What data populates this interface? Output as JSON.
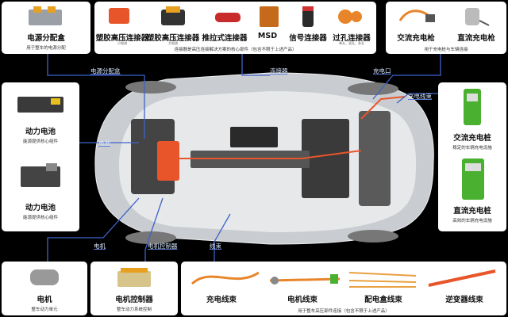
{
  "top_left": {
    "title": "电源分配盒",
    "subtitle": "用于整车的电源分配"
  },
  "top_connectors": {
    "items": [
      {
        "label": "塑胶高压连接器",
        "note": "小电流"
      },
      {
        "label": "塑胶高压连接器",
        "note": "大电流"
      },
      {
        "label": "推拉式连接器",
        "note": ""
      },
      {
        "label": "MSD",
        "note": ""
      },
      {
        "label": "信号连接器",
        "note": ""
      },
      {
        "label": "过孔连接器",
        "note": "单孔、双孔、多孔"
      }
    ],
    "caption": "连接器是高压连接解决方案的核心部件（包含不限于上述产品）"
  },
  "top_right": {
    "items": [
      {
        "label": "交流充电枪"
      },
      {
        "label": "直流充电枪"
      }
    ],
    "caption": "用于充电桩与车辆连接"
  },
  "left_panel": {
    "items": [
      {
        "title": "动力电池",
        "subtitle": "能源提供核心组件"
      },
      {
        "title": "动力电池",
        "subtitle": "能源提供核心组件"
      }
    ]
  },
  "right_panel": {
    "items": [
      {
        "title": "交流充电桩",
        "subtitle": "稳定的车辆充电设施"
      },
      {
        "title": "直流充电桩",
        "subtitle": "高效的车辆充电设施"
      }
    ]
  },
  "bottom_left": {
    "title": "电机",
    "subtitle": "整车动力单元"
  },
  "bottom_ctrl": {
    "title": "电机控制器",
    "subtitle": "整车动力系统控制"
  },
  "bottom_harness": {
    "items": [
      {
        "label": "充电线束"
      },
      {
        "label": "电机线束"
      },
      {
        "label": "配电盒线束"
      },
      {
        "label": "逆变器线束"
      }
    ],
    "caption": "用于整车高压部件连接（包含不限于上述产品）"
  },
  "diagram_labels": {
    "power_box": "电源分配盒",
    "connector": "连接器",
    "charge_port": "充电口",
    "charge_harness": "充电线束",
    "battery": "电池",
    "motor": "电机",
    "motor_ctrl": "电机控制器",
    "harness": "线束"
  },
  "colors": {
    "line": "#3d63c9",
    "accent": "#e8552a",
    "green": "#49b030"
  }
}
